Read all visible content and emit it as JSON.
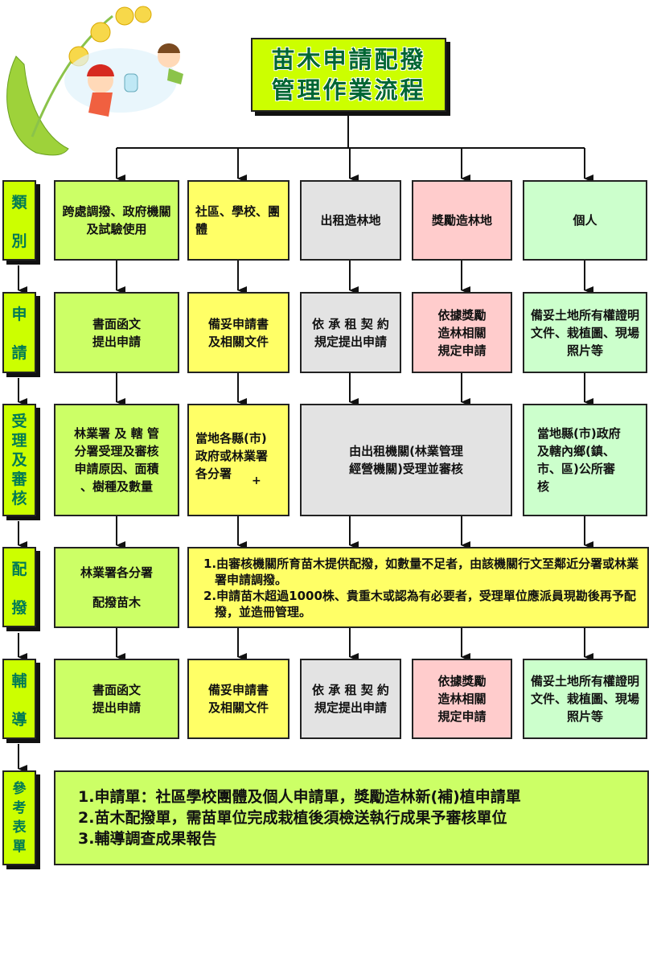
{
  "title": {
    "line1": "苗木申請配撥",
    "line2": "管理作業流程"
  },
  "row_labels": [
    {
      "chars": [
        "類",
        "別"
      ]
    },
    {
      "chars": [
        "申",
        "請"
      ]
    },
    {
      "chars": [
        "受",
        "理",
        "及",
        "審",
        "核"
      ]
    },
    {
      "chars": [
        "配",
        "撥"
      ]
    },
    {
      "chars": [
        "輔",
        "導"
      ]
    },
    {
      "chars": [
        "參",
        "考",
        "表",
        "單"
      ]
    }
  ],
  "category": [
    "跨處調撥、政府機關及試驗使用",
    "社區、學校、團體",
    "出租造林地",
    "獎勵造林地",
    "個人"
  ],
  "apply": [
    "書面函文\n提出申請",
    "備妥申請書\n及相關文件",
    "依 承 租 契 約\n規定提出申請",
    "依據獎勵\n造林相關\n規定申請",
    "備妥土地所有權證明文件、栽植圖、現場照片等"
  ],
  "review": [
    "林業署 及 轄 管\n分署受理及審核\n申請原因、面積\n、樹種及數量",
    "當地各縣(市)\n政府或林業署\n各分署",
    "由出租機關(林業管理\n經營機關)受理並審核",
    "當地縣(市)政府\n及轄內鄉(鎮、\n市、區)公所審\n核"
  ],
  "review_mark": "+",
  "allocate": {
    "left_line1": "林業署各分署",
    "left_line2": "配撥苗木",
    "notes": [
      "1.由審核機關所育苗木提供配撥，如數量不足者，由該機關行文至鄰近分署或林業署申請調撥。",
      "2.申請苗木超過1000株、貴重木或認為有必要者，受理單位應派員現勘後再予配撥，並造冊管理。"
    ]
  },
  "guide": [
    "書面函文\n提出申請",
    "備妥申請書\n及相關文件",
    "依 承 租 契 約\n規定提出申請",
    "依據獎勵\n造林相關\n規定申請",
    "備妥土地所有權證明文件、栽植圖、現場照片等"
  ],
  "references": [
    "1.申請單：社區學校團體及個人申請單，獎勵造林新(補)植申請單",
    "2.苗木配撥單，需苗單位完成栽植後須檢送執行成果予審核單位",
    "3.輔導調查成果報告"
  ],
  "colors": {
    "green": "#ccff66",
    "yellow": "#ffff66",
    "gray": "#e3e3e3",
    "pink": "#ffcccc",
    "light_green": "#ccffcc",
    "title_bg": "#ccff00",
    "title_text": "#006633"
  }
}
